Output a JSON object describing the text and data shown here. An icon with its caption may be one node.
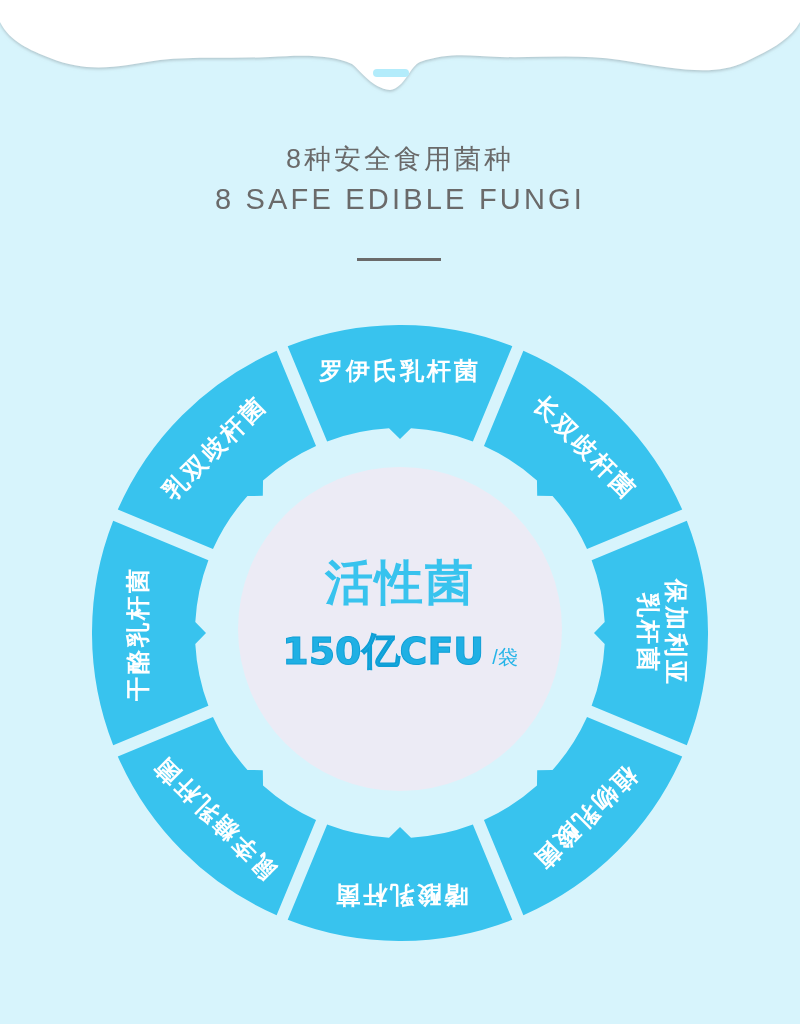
{
  "diagram": {
    "title": "8种安全食用菌种",
    "nodes": [
      {
        "text": [
          "罗伊氏乳杆菌"
        ]
      },
      {
        "text": [
          "长双歧杆菌"
        ]
      },
      {
        "text": [
          "保加利亚乳杆菌"
        ]
      },
      {
        "text": [
          "植物乳酸菌"
        ]
      },
      {
        "text": [
          "嗜酸乳杆菌"
        ]
      },
      {
        "text": [
          "鼠李糖乳杆菌"
        ]
      },
      {
        "text": [
          "干酪乳杆菌"
        ]
      },
      {
        "text": [
          "乳双歧杆菌"
        ]
      },
      {
        "text": [
          "活性菌",
          "150亿CFU",
          "/袋"
        ]
      }
    ],
    "labels": [
      "8 SAFE EDIBLE FUNGI"
    ]
  }
}
